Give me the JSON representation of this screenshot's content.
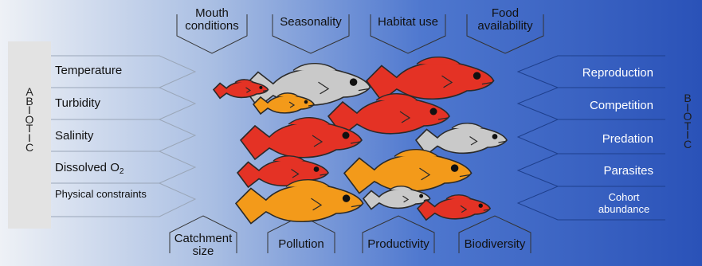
{
  "abiotic": {
    "title": "ABIOTIC",
    "letters": "A\nB\nI\nO\nT\nI\nC"
  },
  "biotic": {
    "title": "BIOTIC",
    "letters": "B\nI\nO\nT\nI\nC"
  },
  "left_factors": [
    {
      "label": "Temperature"
    },
    {
      "label": "Turbidity"
    },
    {
      "label": "Salinity"
    },
    {
      "label": "Dissolved O",
      "sub": "2"
    },
    {
      "label": "Physical constraints"
    }
  ],
  "right_factors": [
    {
      "label": "Reproduction"
    },
    {
      "label": "Competition"
    },
    {
      "label": "Predation"
    },
    {
      "label": "Parasites"
    },
    {
      "label": "Cohort abundance"
    }
  ],
  "top_factors": [
    {
      "label": "Mouth conditions"
    },
    {
      "label": "Seasonality"
    },
    {
      "label": "Habitat use"
    },
    {
      "label": "Food availability"
    }
  ],
  "bottom_factors": [
    {
      "label": "Catchment size"
    },
    {
      "label": "Pollution"
    },
    {
      "label": "Productivity"
    },
    {
      "label": "Biodiversity"
    }
  ],
  "colors": {
    "red": "#e43225",
    "orange": "#f39a1a",
    "grey": "#c9c9c9",
    "blue_dark": "#2b55b8",
    "blue_light": "#dfe7f3"
  }
}
